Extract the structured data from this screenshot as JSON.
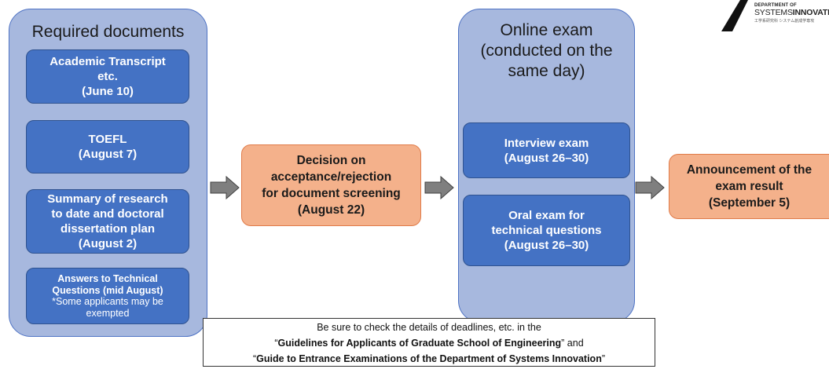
{
  "panels": {
    "required": {
      "title": "Required documents"
    },
    "online": {
      "title_lines": [
        "Online exam",
        "(conducted on the",
        "same day)"
      ]
    }
  },
  "documents": {
    "transcript": [
      "Academic Transcript",
      "etc.",
      "(June 10)"
    ],
    "toefl": [
      "TOEFL",
      "(August 7)"
    ],
    "summary": [
      "Summary of research",
      "to date and doctoral",
      "dissertation plan",
      "(August 2)"
    ],
    "answers": {
      "lines": [
        "Answers to Technical",
        "Questions (mid August)"
      ],
      "note": [
        "*Some applicants may be",
        "exempted"
      ]
    }
  },
  "decision": [
    "Decision on",
    "acceptance/rejection",
    "for document screening",
    "(August 22)"
  ],
  "exams": {
    "interview": [
      "Interview exam",
      "(August 26–30)"
    ],
    "oral": [
      "Oral exam for",
      "technical questions",
      "(August 26–30)"
    ]
  },
  "announcement": [
    "Announcement of the",
    "exam result",
    "(September 5)"
  ],
  "notice": {
    "line1": "Be sure to check the details of deadlines, etc. in the",
    "line2_pre": "“",
    "line2_bold": "Guidelines for Applicants of Graduate School of Engineering",
    "line2_post": "” and",
    "line3_pre": "“",
    "line3_bold": "Guide to Entrance Examinations of the Department of Systems Innovation",
    "line3_post": "”"
  },
  "logo": {
    "line1": "DEPARTMENT OF",
    "line2_a": "SYSTEMS",
    "line2_b": "INNOVATION",
    "line3": "工学系研究科 システム創成学専攻"
  },
  "colors": {
    "panel": "#a7b8de",
    "box": "#4472c4",
    "orange": "#f4b18b",
    "arrow": "#7f7f7f"
  }
}
